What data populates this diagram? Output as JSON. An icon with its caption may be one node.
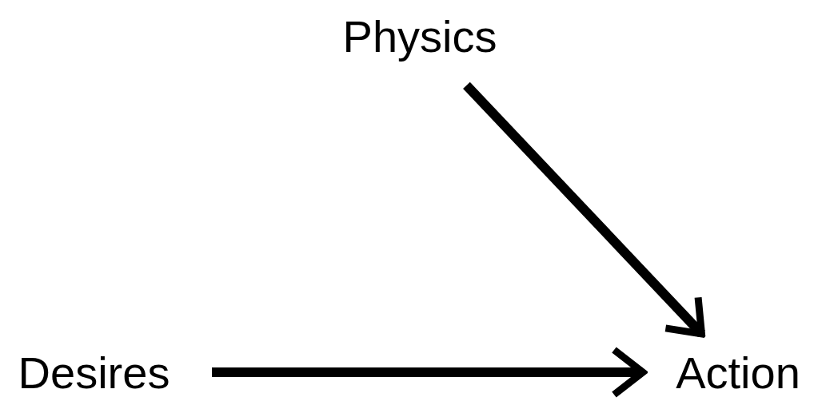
{
  "diagram": {
    "nodes": [
      {
        "text": [
          "Physics"
        ]
      },
      {
        "text": [
          "Desires"
        ]
      },
      {
        "text": [
          "Action"
        ]
      }
    ],
    "edges": [
      {
        "from": 0,
        "to": 2,
        "arrow": "to"
      },
      {
        "from": 1,
        "to": 2,
        "arrow": "to"
      }
    ]
  }
}
